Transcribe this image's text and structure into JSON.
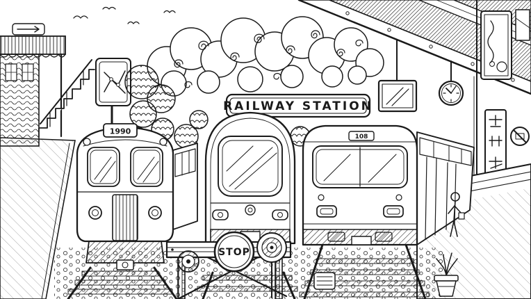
{
  "scene": {
    "description": "Black-and-white doodle coloring-page illustration of a railway station with three trains, a stop sign on a buffer stop, clouds, a clock and a station roof",
    "signs": {
      "station": "RAILWAY STATION",
      "stop": "STOP"
    },
    "trains": {
      "left_number": "1990",
      "right_number": "108"
    },
    "colors": {
      "ink": "#1a1a1a",
      "paper": "#ffffff"
    }
  }
}
